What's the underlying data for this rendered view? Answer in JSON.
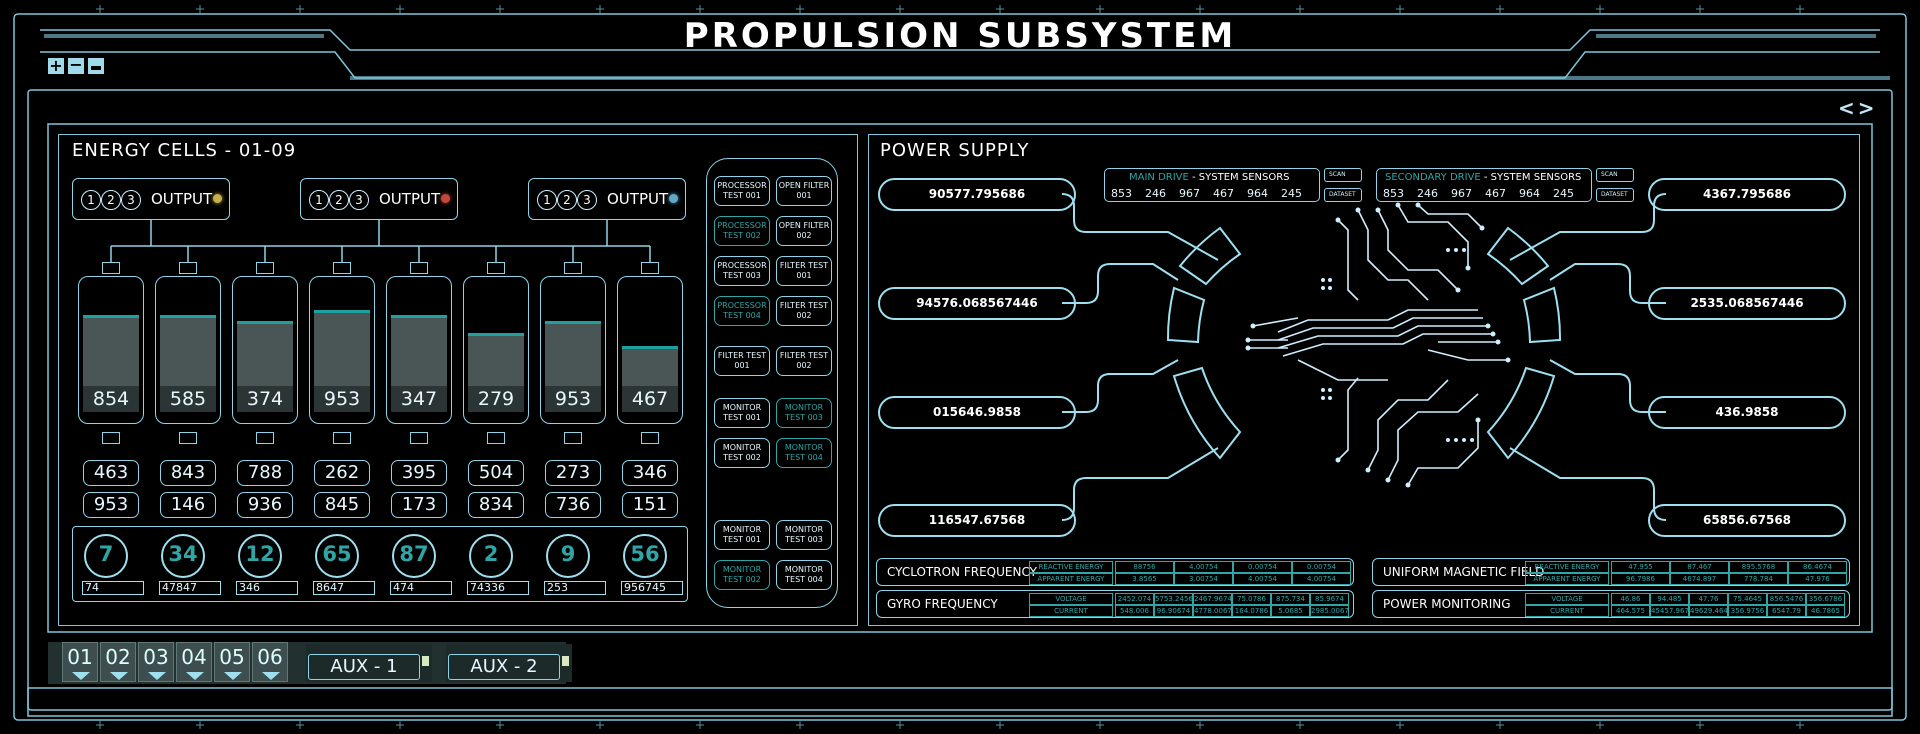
{
  "title": "PROPULSION  SUBSYSTEM",
  "toolbar": {
    "icons": [
      "plus-icon",
      "minus-icon",
      "save-icon"
    ],
    "nav": "< >"
  },
  "energy": {
    "title": "ENERGY CELLS - 01-09",
    "outputs": [
      {
        "label": "OUTPUT",
        "nums": [
          "1",
          "2",
          "3"
        ],
        "led": "#c6b24a"
      },
      {
        "label": "OUTPUT",
        "nums": [
          "1",
          "2",
          "3"
        ],
        "led": "#c04a3a"
      },
      {
        "label": "OUTPUT",
        "nums": [
          "1",
          "2",
          "3"
        ],
        "led": "#5fa8c8"
      }
    ],
    "tanks": [
      {
        "value": "854",
        "level": 0.78
      },
      {
        "value": "585",
        "level": 0.78
      },
      {
        "value": "374",
        "level": 0.72
      },
      {
        "value": "953",
        "level": 0.82
      },
      {
        "value": "347",
        "level": 0.78
      },
      {
        "value": "279",
        "level": 0.62
      },
      {
        "value": "953",
        "level": 0.72
      },
      {
        "value": "467",
        "level": 0.5
      }
    ],
    "row1": [
      "463",
      "843",
      "788",
      "262",
      "395",
      "504",
      "273",
      "346"
    ],
    "row2": [
      "953",
      "146",
      "936",
      "845",
      "173",
      "834",
      "736",
      "151"
    ],
    "gauges": [
      {
        "value": "7",
        "sub": "74"
      },
      {
        "value": "34",
        "sub": "47847"
      },
      {
        "value": "12",
        "sub": "346"
      },
      {
        "value": "65",
        "sub": "8647"
      },
      {
        "value": "87",
        "sub": "474"
      },
      {
        "value": "2",
        "sub": "74336"
      },
      {
        "value": "9",
        "sub": "253"
      },
      {
        "value": "56",
        "sub": "956745"
      }
    ]
  },
  "tests": [
    {
      "label": "PROCESSOR TEST 001",
      "dim": false
    },
    {
      "label": "OPEN FILTER 001",
      "dim": false
    },
    {
      "label": "PROCESSOR TEST 002",
      "dim": true
    },
    {
      "label": "OPEN FILTER 002",
      "dim": false
    },
    {
      "label": "PROCESSOR TEST 003",
      "dim": false
    },
    {
      "label": "FILTER TEST 001",
      "dim": false
    },
    {
      "label": "PROCESSOR TEST 004",
      "dim": true
    },
    {
      "label": "FILTER TEST 002",
      "dim": false
    },
    {
      "label": "FILTER TEST 001",
      "dim": false
    },
    {
      "label": "FILTER TEST 002",
      "dim": false
    },
    {
      "label": "MONITOR TEST 001",
      "dim": false
    },
    {
      "label": "MONITOR TEST 003",
      "dim": true
    },
    {
      "label": "MONITOR TEST 002",
      "dim": false
    },
    {
      "label": "MONITOR TEST 004",
      "dim": true
    },
    {
      "label": "MONITOR TEST 001",
      "dim": false
    },
    {
      "label": "MONITOR TEST 003",
      "dim": false
    },
    {
      "label": "MONITOR TEST 002",
      "dim": true
    },
    {
      "label": "MONITOR TEST 004",
      "dim": false
    }
  ],
  "power": {
    "title": "POWER SUPPLY",
    "left": [
      "90577.795686",
      "94576.068567446",
      "015646.9858",
      "116547.67568"
    ],
    "right": [
      "4367.795686",
      "2535.068567446",
      "436.9858",
      "65856.67568"
    ],
    "main": {
      "name": "MAIN DRIVE",
      "suffix": " - SYSTEM SENSORS",
      "values": [
        "853",
        "246",
        "967",
        "467",
        "964",
        "245"
      ],
      "scan": "SCAN",
      "dataset": "DATASET"
    },
    "secondary": {
      "name": "SECONDARY DRIVE",
      "suffix": " - SYSTEM SENSORS",
      "values": [
        "853",
        "246",
        "967",
        "467",
        "964",
        "245"
      ],
      "scan": "SCAN",
      "dataset": "DATASET"
    },
    "metrics": [
      {
        "label": "CYCLOTRON FREQUENCY",
        "r1": "REACTIVE ENERGY",
        "r2": "APPARENT ENERGY",
        "v1": [
          "88756",
          "4.00754",
          "0.00754",
          "0.00754"
        ],
        "v2": [
          "3.8565",
          "3.00754",
          "4.00754",
          "4.00754"
        ]
      },
      {
        "label": "GYRO FREQUENCY",
        "r1": "VOLTAGE",
        "r2": "CURRENT",
        "v1": [
          "2452.074",
          "5753.2456",
          "2467.9674",
          "75.0786",
          "875.734",
          "85.9674"
        ],
        "v2": [
          "548.006",
          "96.90674",
          "4778.0067",
          "164.0786",
          "5.0685",
          "2985.0067"
        ]
      },
      {
        "label": "UNIFORM MAGNETIC FIELD",
        "r1": "REACTIVE ENERGY",
        "r2": "APPARENT ENERGY",
        "v1": [
          "47.955",
          "87.467",
          "895.5768",
          "86.4674"
        ],
        "v2": [
          "96.7986",
          "4674.897",
          "778.784",
          "47.976"
        ]
      },
      {
        "label": "POWER MONITORING",
        "r1": "VOLTAGE",
        "r2": "CURRENT",
        "v1": [
          "46.86",
          "94.485",
          "47.76",
          "75.4645",
          "856.5476",
          "356.6786"
        ],
        "v2": [
          "464.575",
          "45457.967",
          "49629.464",
          "356.9756",
          "6547.79",
          "46.7865"
        ]
      }
    ]
  },
  "bottom": {
    "tabs": [
      "01",
      "02",
      "03",
      "04",
      "05",
      "06"
    ],
    "aux": [
      "AUX - 1",
      "AUX - 2"
    ]
  }
}
